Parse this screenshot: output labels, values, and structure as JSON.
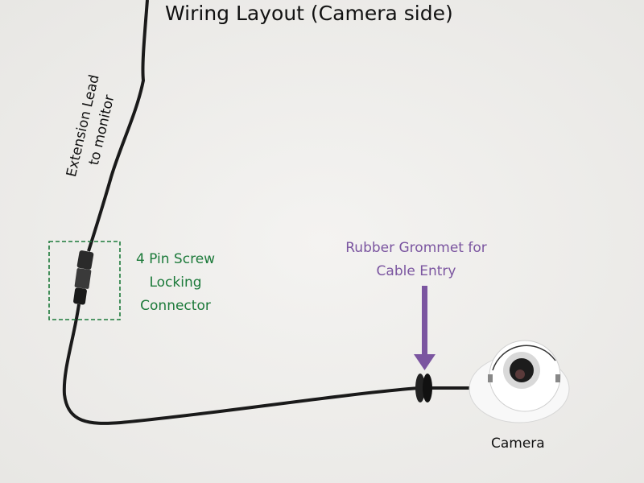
{
  "title": "Wiring Layout (Camera side)",
  "extension_label": [
    "Extension Lead",
    "to monitor"
  ],
  "connector_label": [
    "4 Pin Screw",
    "Locking",
    "Connector"
  ],
  "grommet_label": [
    "Rubber Grommet for",
    "Cable Entry"
  ],
  "camera_label": "Camera",
  "colors": {
    "connector": "#1c7a3a",
    "grommet": "#7b55a0",
    "background": "#f1f0ee"
  }
}
